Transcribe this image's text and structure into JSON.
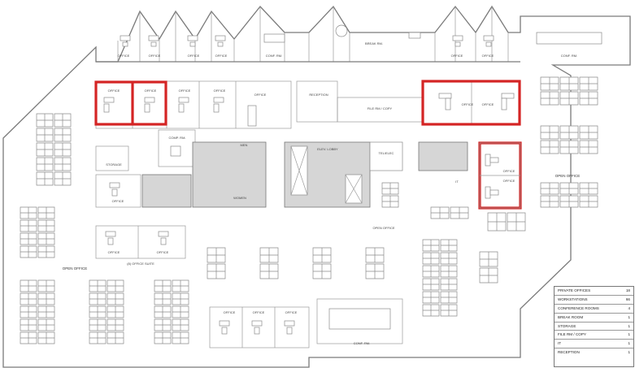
{
  "labels": {
    "office": "OFFICE",
    "comp_rm": "COMP. RM.",
    "conf_rm": "CONF. RM.",
    "break_rm": "BREAK RM.",
    "reception": "RECEPTION",
    "file_rm_copy": "FILE RM / COPY",
    "storage": "STORAGE",
    "open_office": "OPEN OFFICE",
    "elev_lobby": "ELEV. LOBBY",
    "tel_elec": "TEL/ELEC",
    "it": "IT",
    "office_suite": "(8) OFFICE SUITE",
    "women": "WOMEN",
    "men": "MEN"
  },
  "legend": [
    {
      "label": "PRIVATE OFFICES",
      "count": "18"
    },
    {
      "label": "WORKSTATIONS",
      "count": "66"
    },
    {
      "label": "CONFERENCE ROOMS",
      "count": "4"
    },
    {
      "label": "BREAK ROOM",
      "count": "1"
    },
    {
      "label": "STORAGE",
      "count": "1"
    },
    {
      "label": "FILE RM / COPY",
      "count": "1"
    },
    {
      "label": "IT",
      "count": "1"
    },
    {
      "label": "RECEPTION",
      "count": "1"
    }
  ],
  "colors": {
    "wall": "#7a7a7a",
    "highlight": "#d42424",
    "core": "#d6d6d6"
  }
}
